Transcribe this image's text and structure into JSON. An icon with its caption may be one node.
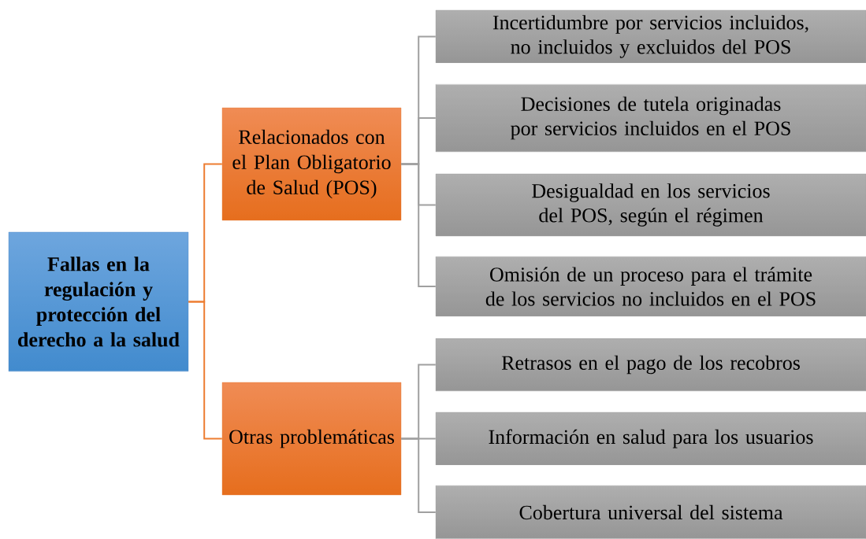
{
  "diagram": {
    "nodes": [
      {
        "text": [
          "Fallas en la regulación y protección del derecho a la salud"
        ]
      },
      {
        "text": [
          "Relacionados con el Plan Obligatorio de Salud (POS)"
        ]
      },
      {
        "text": [
          "Otras problemáticas"
        ]
      },
      {
        "text": [
          "Incertidumbre por servicios incluidos, no incluidos y excluidos del POS"
        ]
      },
      {
        "text": [
          "Decisiones de tutela originadas por servicios incluidos en el POS"
        ]
      },
      {
        "text": [
          "Desigualdad en los servicios del POS, según el régimen"
        ]
      },
      {
        "text": [
          "Omisión de un proceso para el trámite de los servicios no incluidos en el POS"
        ]
      },
      {
        "text": [
          "Retrasos en el pago de los recobros"
        ]
      },
      {
        "text": [
          "Información en salud para los usuarios"
        ]
      },
      {
        "text": [
          "Cobertura universal del sistema"
        ]
      }
    ],
    "edges": [
      {
        "from": 0,
        "to": 1,
        "arrow": "none",
        "color": "#ed7d31"
      },
      {
        "from": 0,
        "to": 2,
        "arrow": "none",
        "color": "#ed7d31"
      },
      {
        "from": 1,
        "to": 3,
        "arrow": "none"
      },
      {
        "from": 1,
        "to": 4,
        "arrow": "none"
      },
      {
        "from": 1,
        "to": 5,
        "arrow": "none"
      },
      {
        "from": 1,
        "to": 6,
        "arrow": "none"
      },
      {
        "from": 2,
        "to": 7,
        "arrow": "none"
      },
      {
        "from": 2,
        "to": 8,
        "arrow": "none"
      },
      {
        "from": 2,
        "to": 9,
        "arrow": "none"
      }
    ]
  }
}
